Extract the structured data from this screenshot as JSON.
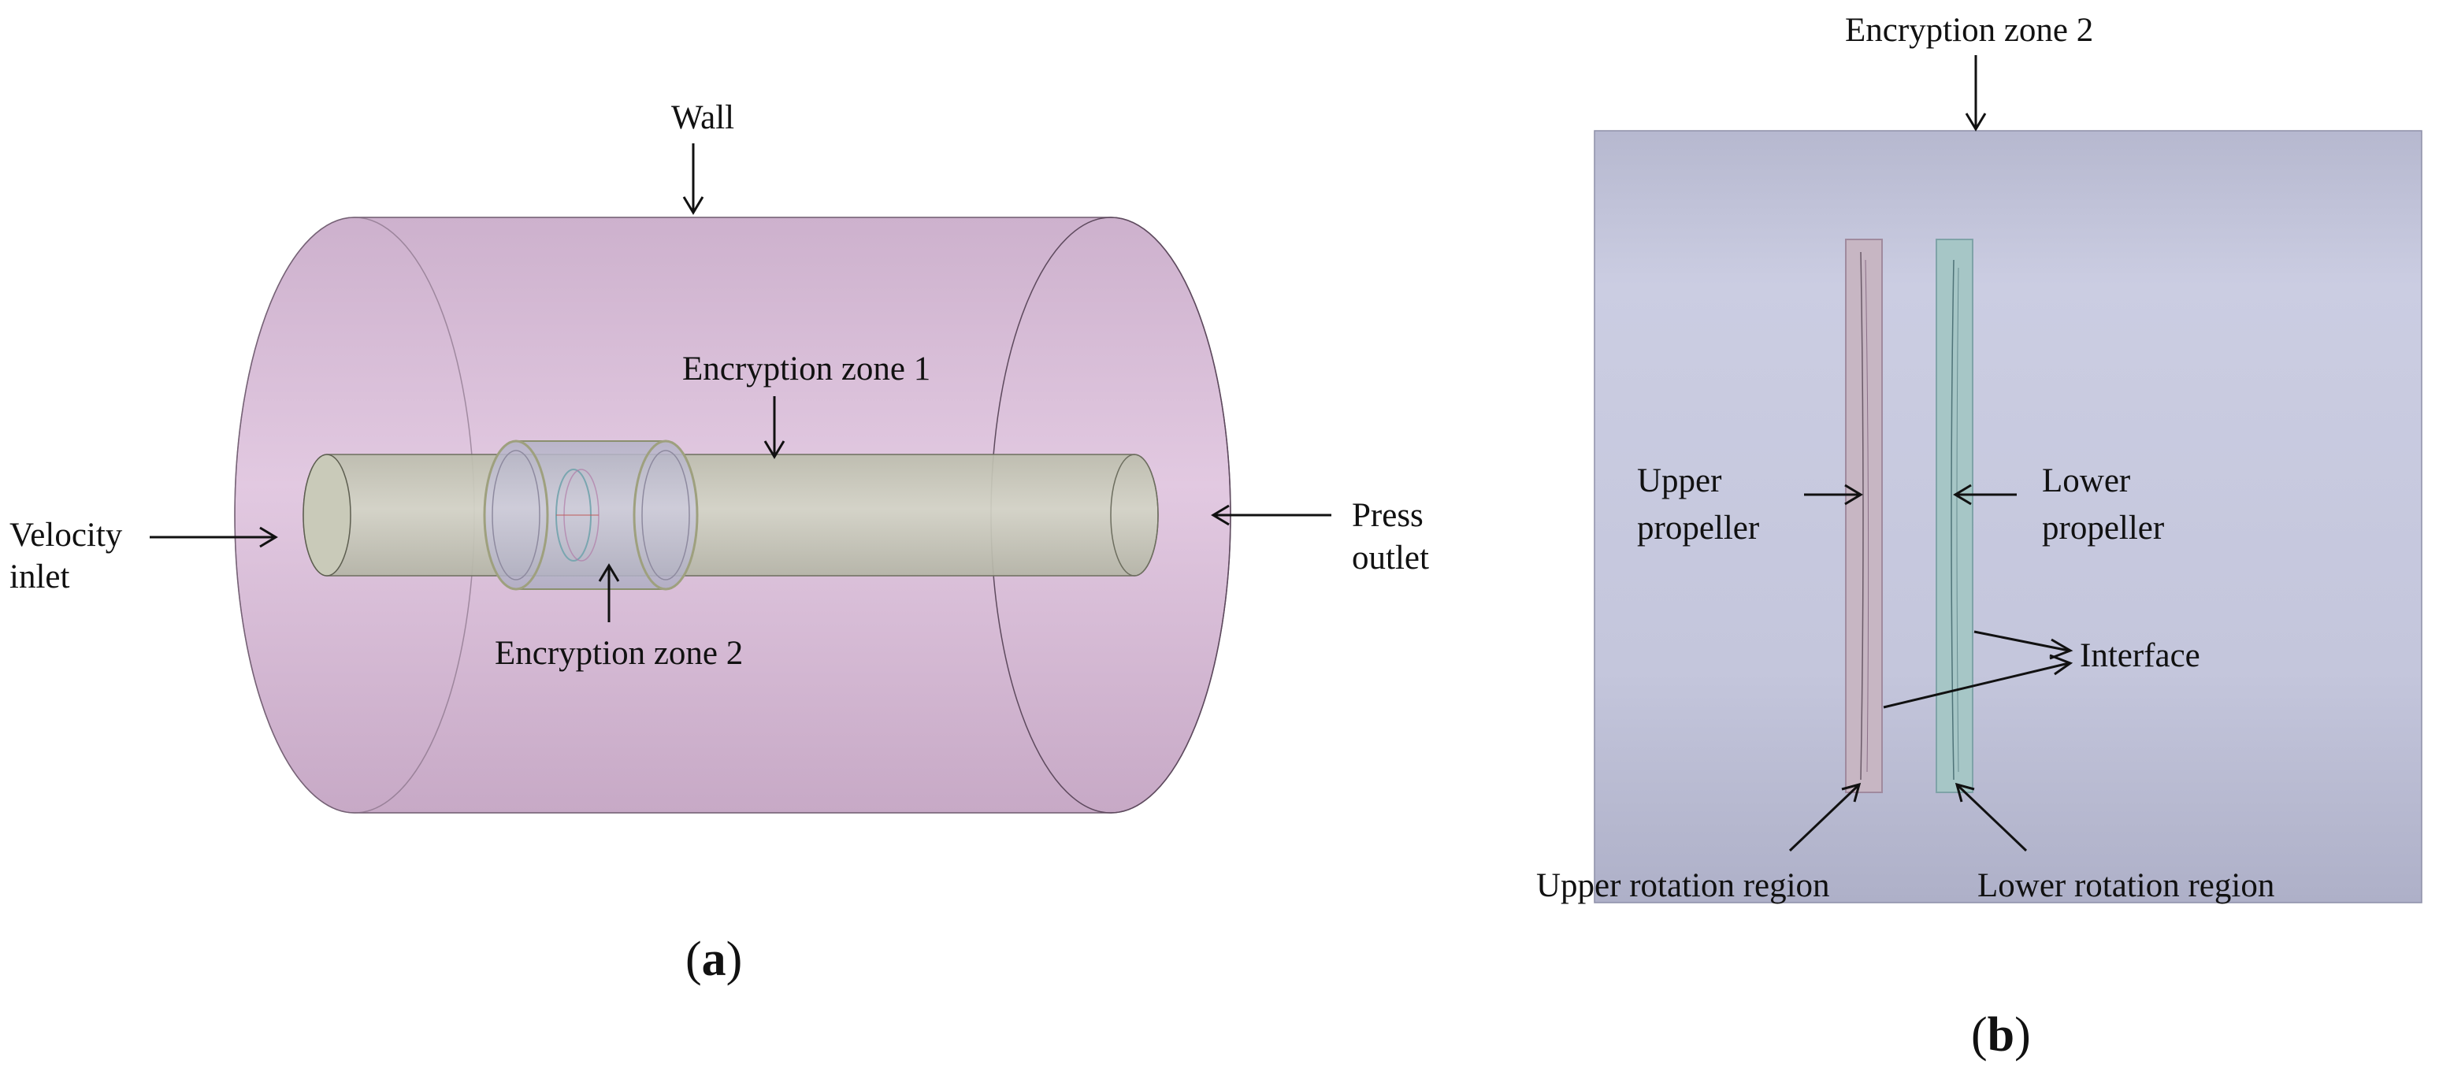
{
  "panel_a": {
    "label_open": "(",
    "label_letter": "a",
    "label_close": ")",
    "wall": "Wall",
    "encryption_zone_1": "Encryption zone 1",
    "encryption_zone_2": "Encryption zone 2",
    "velocity_inlet_line1": "Velocity",
    "velocity_inlet_line2": "inlet",
    "press_outlet_line1": "Press",
    "press_outlet_line2": "outlet",
    "colors": {
      "outer_domain": "#dcc2dc",
      "inner_tube": "#c7c8b8",
      "zone2": "#c3c1d4"
    }
  },
  "panel_b": {
    "label_open": "(",
    "label_letter": "b",
    "label_close": ")",
    "encryption_zone_2": "Encryption zone 2",
    "upper_propeller_line1": "Upper",
    "upper_propeller_line2": "propeller",
    "lower_propeller_line1": "Lower",
    "lower_propeller_line2": "propeller",
    "interface": "Interface",
    "upper_rotation_region": "Upper rotation region",
    "lower_rotation_region": "Lower rotation region",
    "colors": {
      "zone_background": "#c4c5dc",
      "upper_region": "#c7b8c4",
      "lower_region": "#a9c8c8"
    }
  }
}
